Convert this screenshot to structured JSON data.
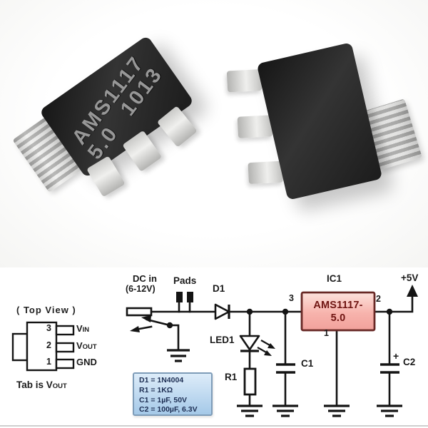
{
  "photo": {
    "left_chip": {
      "marking_line1": "AMS1117",
      "marking_line2": "5.0 1013"
    },
    "right_chip": {}
  },
  "pinout": {
    "title": "( Top View )",
    "pins": [
      {
        "number": "3",
        "label_base": "V",
        "label_sub": "IN"
      },
      {
        "number": "2",
        "label_base": "V",
        "label_sub": "OUT"
      },
      {
        "number": "1",
        "label_base": "GND",
        "label_sub": ""
      }
    ],
    "tab_note_base": "Tab is V",
    "tab_note_sub": "OUT"
  },
  "schematic": {
    "dc_in_label": "DC in",
    "dc_in_range": "(6-12V)",
    "pads_label": "Pads",
    "d1_label": "D1",
    "led1_label": "LED1",
    "r1_label": "R1",
    "c1_label": "C1",
    "c2_label": "C2",
    "c2_plus": "+",
    "ic1_label": "IC1",
    "ic1_line1": "AMS1117-",
    "ic1_line2": "5.0",
    "pin3": "3",
    "pin2": "2",
    "pin1": "1",
    "output_label": "+5V"
  },
  "legend": {
    "lines": [
      "D1 = 1N4004",
      "R1 = 1KΩ",
      "C1 = 1µF, 50V",
      "C2 = 100µF, 6.3V"
    ]
  },
  "colors": {
    "ic_fill_top": "#fde2dc",
    "ic_fill_bottom": "#f1a19b",
    "ic_border": "#682825",
    "ic_text": "#6f1512",
    "legend_fill_top": "#ddecf9",
    "legend_fill_bottom": "#a5c9e8",
    "legend_border": "#7e9cb8",
    "legend_text": "#1c2d52",
    "line": "#141414"
  }
}
